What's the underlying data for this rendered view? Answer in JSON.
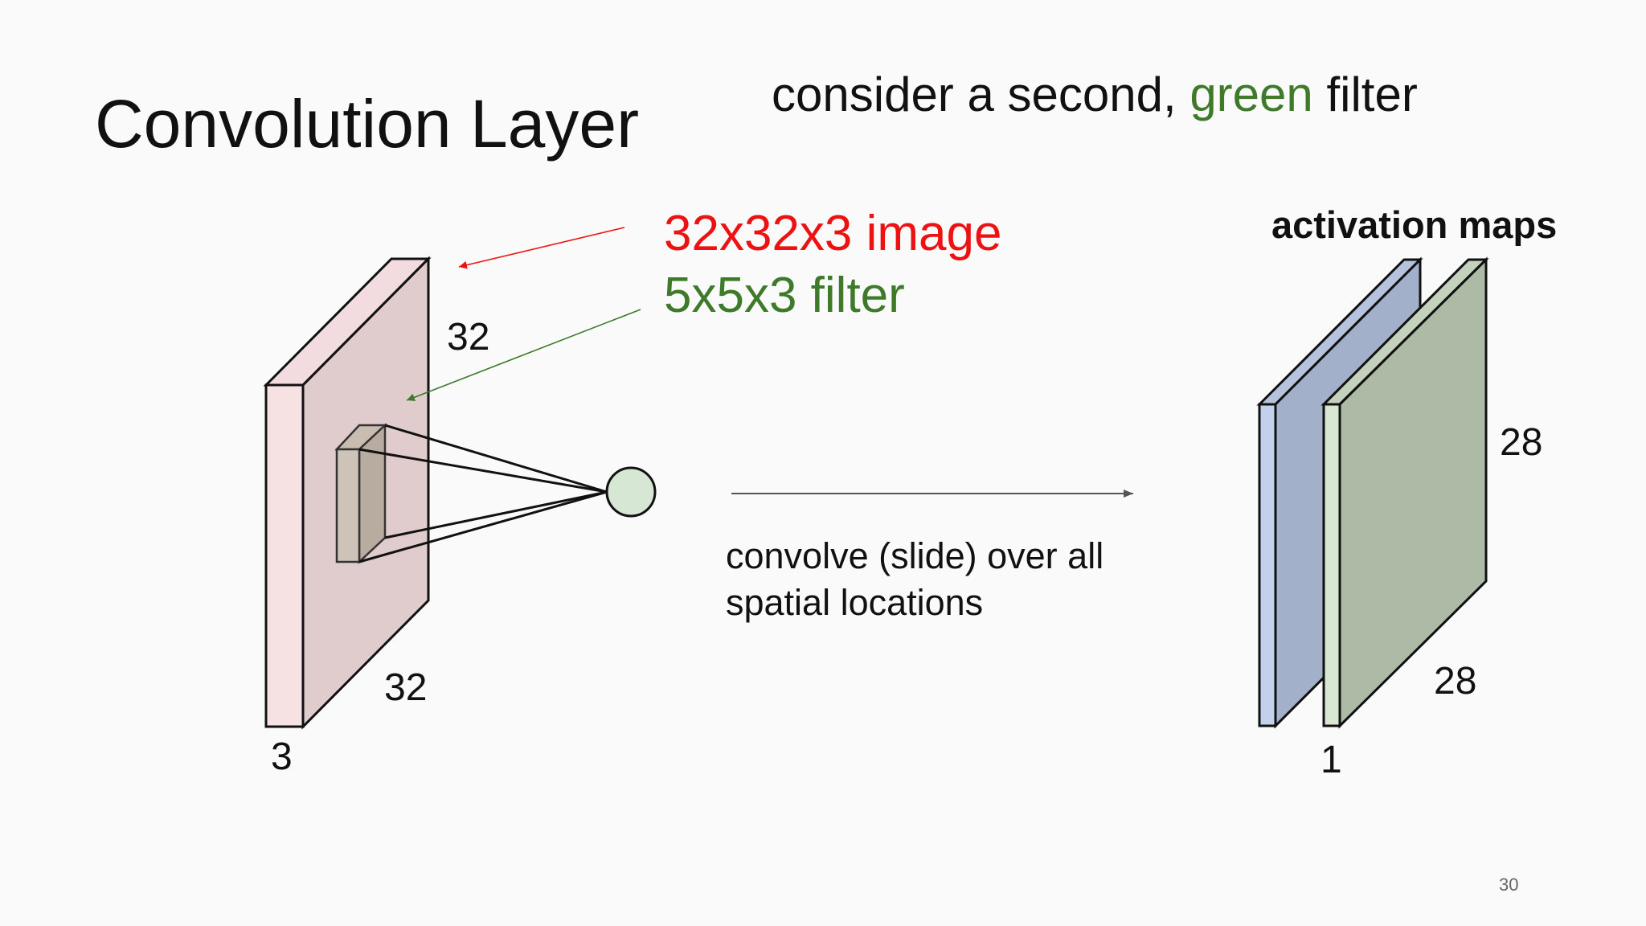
{
  "title": "Convolution Layer",
  "subtitle": {
    "prefix": "consider a second, ",
    "highlight": "green",
    "suffix": " filter"
  },
  "input_label": "32x32x3 image",
  "filter_label": "5x5x3 filter",
  "output_label": "activation maps",
  "input_dims": {
    "height": "32",
    "width": "32",
    "depth": "3"
  },
  "output_dims": {
    "height": "28",
    "width": "28",
    "depth": "1"
  },
  "operation": {
    "line1": "convolve (slide) over all",
    "line2": "spatial locations"
  },
  "page_number": "30",
  "colors": {
    "image_label": "#ee1111",
    "filter_label": "#3f7a2b",
    "highlight": "#3f7a2b",
    "input_front": "#f6e1e3",
    "input_face": "#e0cbcd",
    "map_blue": "#a3b0c9",
    "map_green": "#adbba6",
    "neuron": "#d6e8d4"
  }
}
